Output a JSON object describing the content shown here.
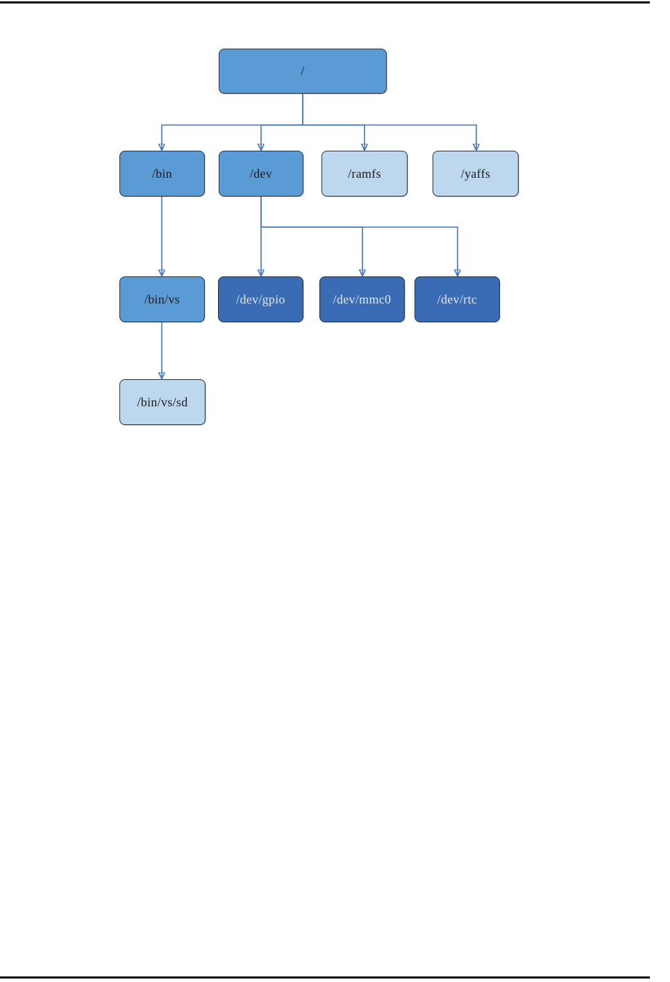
{
  "document": {
    "top_rule_color": "#000000",
    "bottom_rule_color": "#000000",
    "background_color": "#ffffff"
  },
  "diagram": {
    "type": "tree",
    "nodes": [
      {
        "id": "root",
        "label": "/",
        "variant": "medium"
      },
      {
        "id": "bin",
        "label": "/bin",
        "variant": "medium"
      },
      {
        "id": "dev",
        "label": "/dev",
        "variant": "medium"
      },
      {
        "id": "ramfs",
        "label": "/ramfs",
        "variant": "light"
      },
      {
        "id": "yaffs",
        "label": "/yaffs",
        "variant": "light"
      },
      {
        "id": "bin-vs",
        "label": "/bin/vs",
        "variant": "medium"
      },
      {
        "id": "dev-gpio",
        "label": "/dev/gpio",
        "variant": "dark"
      },
      {
        "id": "dev-mmc0",
        "label": "/dev/mmc0",
        "variant": "dark"
      },
      {
        "id": "dev-rtc",
        "label": "/dev/rtc",
        "variant": "dark"
      },
      {
        "id": "bin-vs-sd",
        "label": "/bin/vs/sd",
        "variant": "light"
      }
    ],
    "edges": [
      {
        "from": "/",
        "to": "/bin"
      },
      {
        "from": "/",
        "to": "/dev"
      },
      {
        "from": "/",
        "to": "/ramfs"
      },
      {
        "from": "/",
        "to": "/yaffs"
      },
      {
        "from": "/bin",
        "to": "/bin/vs"
      },
      {
        "from": "/dev",
        "to": "/dev/gpio"
      },
      {
        "from": "/dev",
        "to": "/dev/mmc0"
      },
      {
        "from": "/dev",
        "to": "/dev/rtc"
      },
      {
        "from": "/bin/vs",
        "to": "/bin/vs/sd"
      }
    ],
    "colors": {
      "node_medium": "#5B9BD5",
      "node_light": "#BDD7EE",
      "node_dark": "#3A6BB5",
      "connector": "#4472C4",
      "node_border": "#24303c"
    }
  }
}
